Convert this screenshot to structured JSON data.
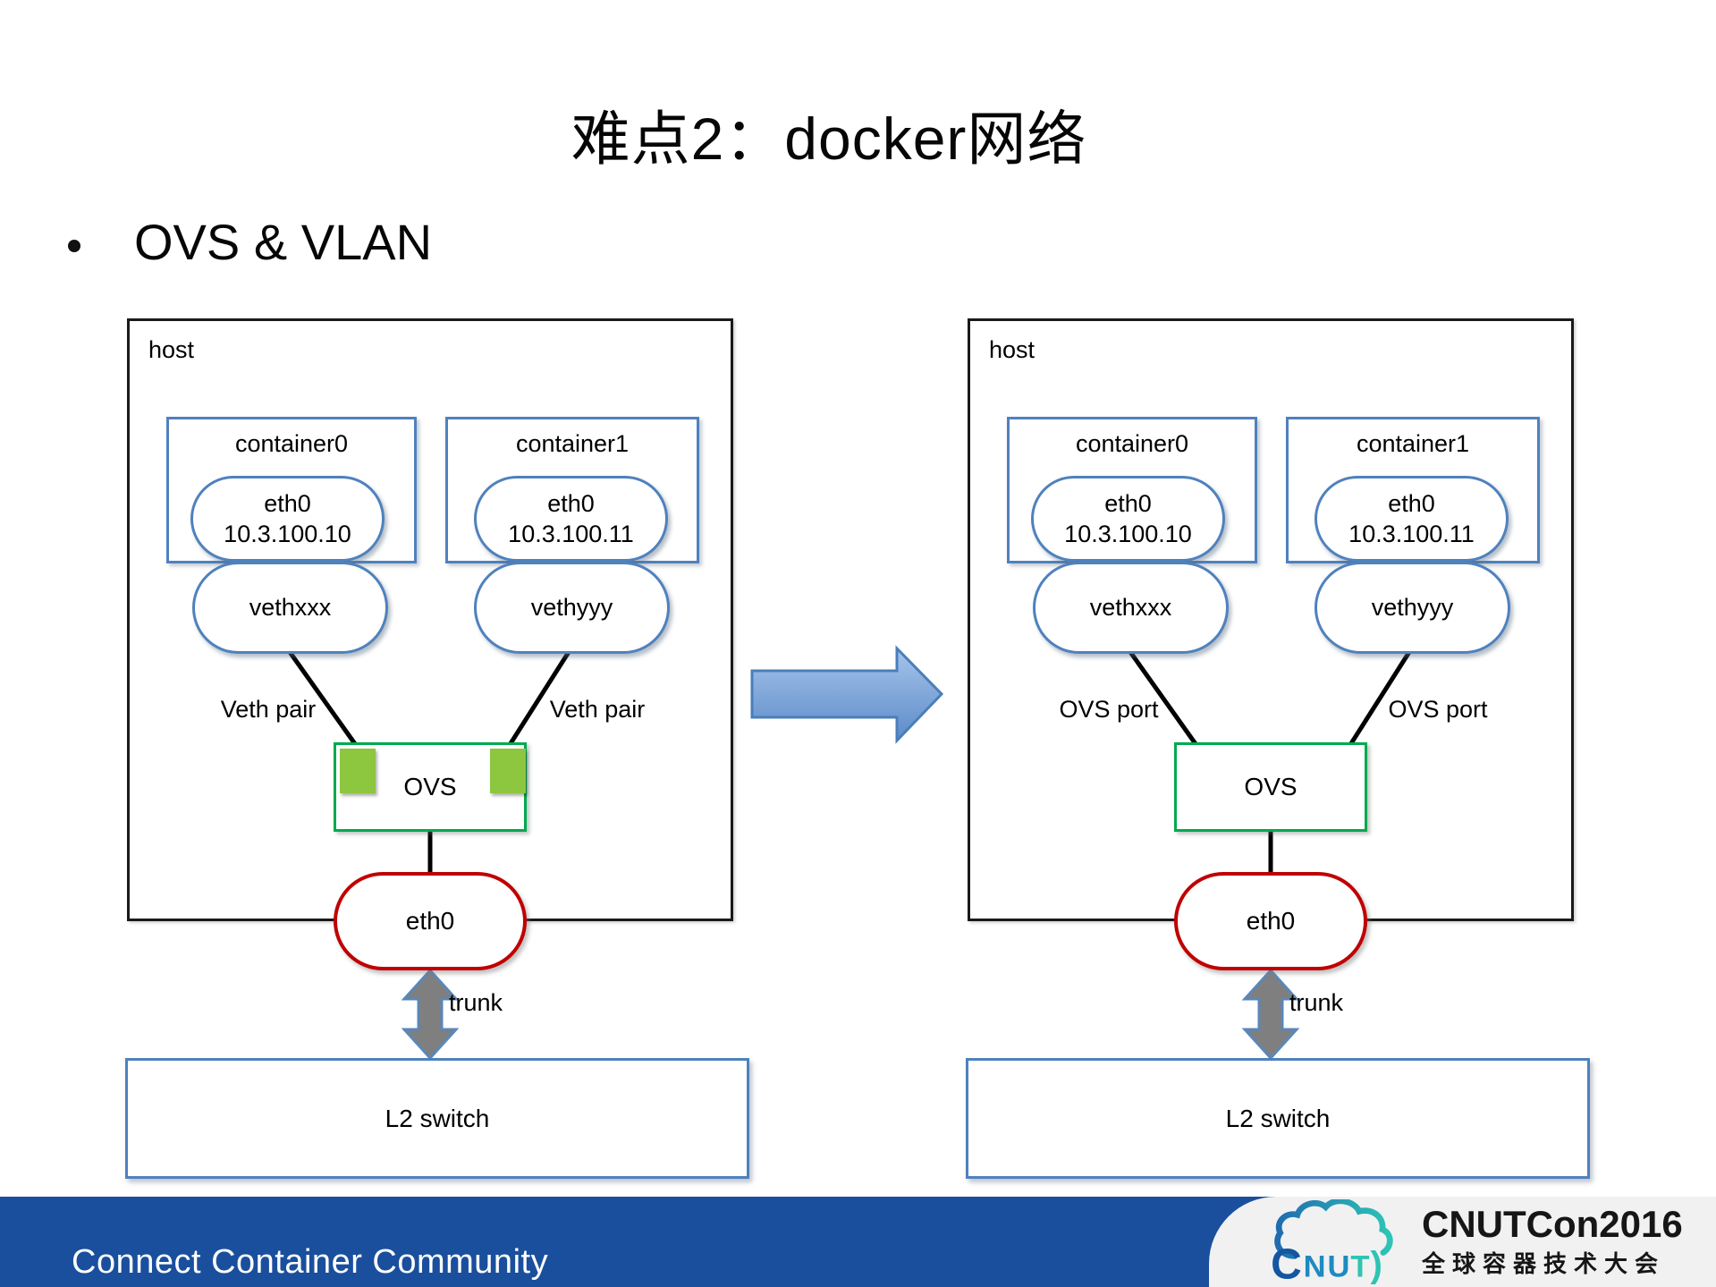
{
  "slide": {
    "title": "难点2：docker网络",
    "bullet_text": "OVS & VLAN"
  },
  "diagrams": [
    {
      "host_label": "host",
      "containers": [
        {
          "name": "container0",
          "nic": "eth0",
          "ip": "10.3.100.10",
          "veth": "vethxxx"
        },
        {
          "name": "container1",
          "nic": "eth0",
          "ip": "10.3.100.11",
          "veth": "vethyyy"
        }
      ],
      "link_labels": [
        "Veth pair",
        "Veth pair"
      ],
      "bridge_label": "OVS",
      "has_port_squares": true,
      "host_nic_label": "eth0",
      "uplink_label": "trunk",
      "switch_label": "L2 switch"
    },
    {
      "host_label": "host",
      "containers": [
        {
          "name": "container0",
          "nic": "eth0",
          "ip": "10.3.100.10",
          "veth": "vethxxx"
        },
        {
          "name": "container1",
          "nic": "eth0",
          "ip": "10.3.100.11",
          "veth": "vethyyy"
        }
      ],
      "link_labels": [
        "OVS port",
        "OVS port"
      ],
      "bridge_label": "OVS",
      "has_port_squares": false,
      "host_nic_label": "eth0",
      "uplink_label": "trunk",
      "switch_label": "L2 switch"
    }
  ],
  "footer": {
    "community_text": "Connect Container Community"
  },
  "logo": {
    "mark_letters": [
      "C",
      "N",
      "U",
      "T",
      ")"
    ],
    "title": "CNUTCon2016",
    "subtitle": "全球容器技术大会"
  },
  "colors": {
    "accent-blue": "#4f81bd",
    "green": "#00a94f",
    "square-green": "#8dc63f",
    "red": "#c00000",
    "footer-blue": "#1a4f9d",
    "trunk-gray": "#7f7f7f",
    "trunk-stroke": "#5b87b8",
    "arrow-stroke": "#4a7ebb",
    "panel-bg": "#f1f1f2",
    "logo-navy": "#1456a0",
    "logo-mid": "#1f8ac0",
    "logo-teal": "#2fc4b2"
  }
}
